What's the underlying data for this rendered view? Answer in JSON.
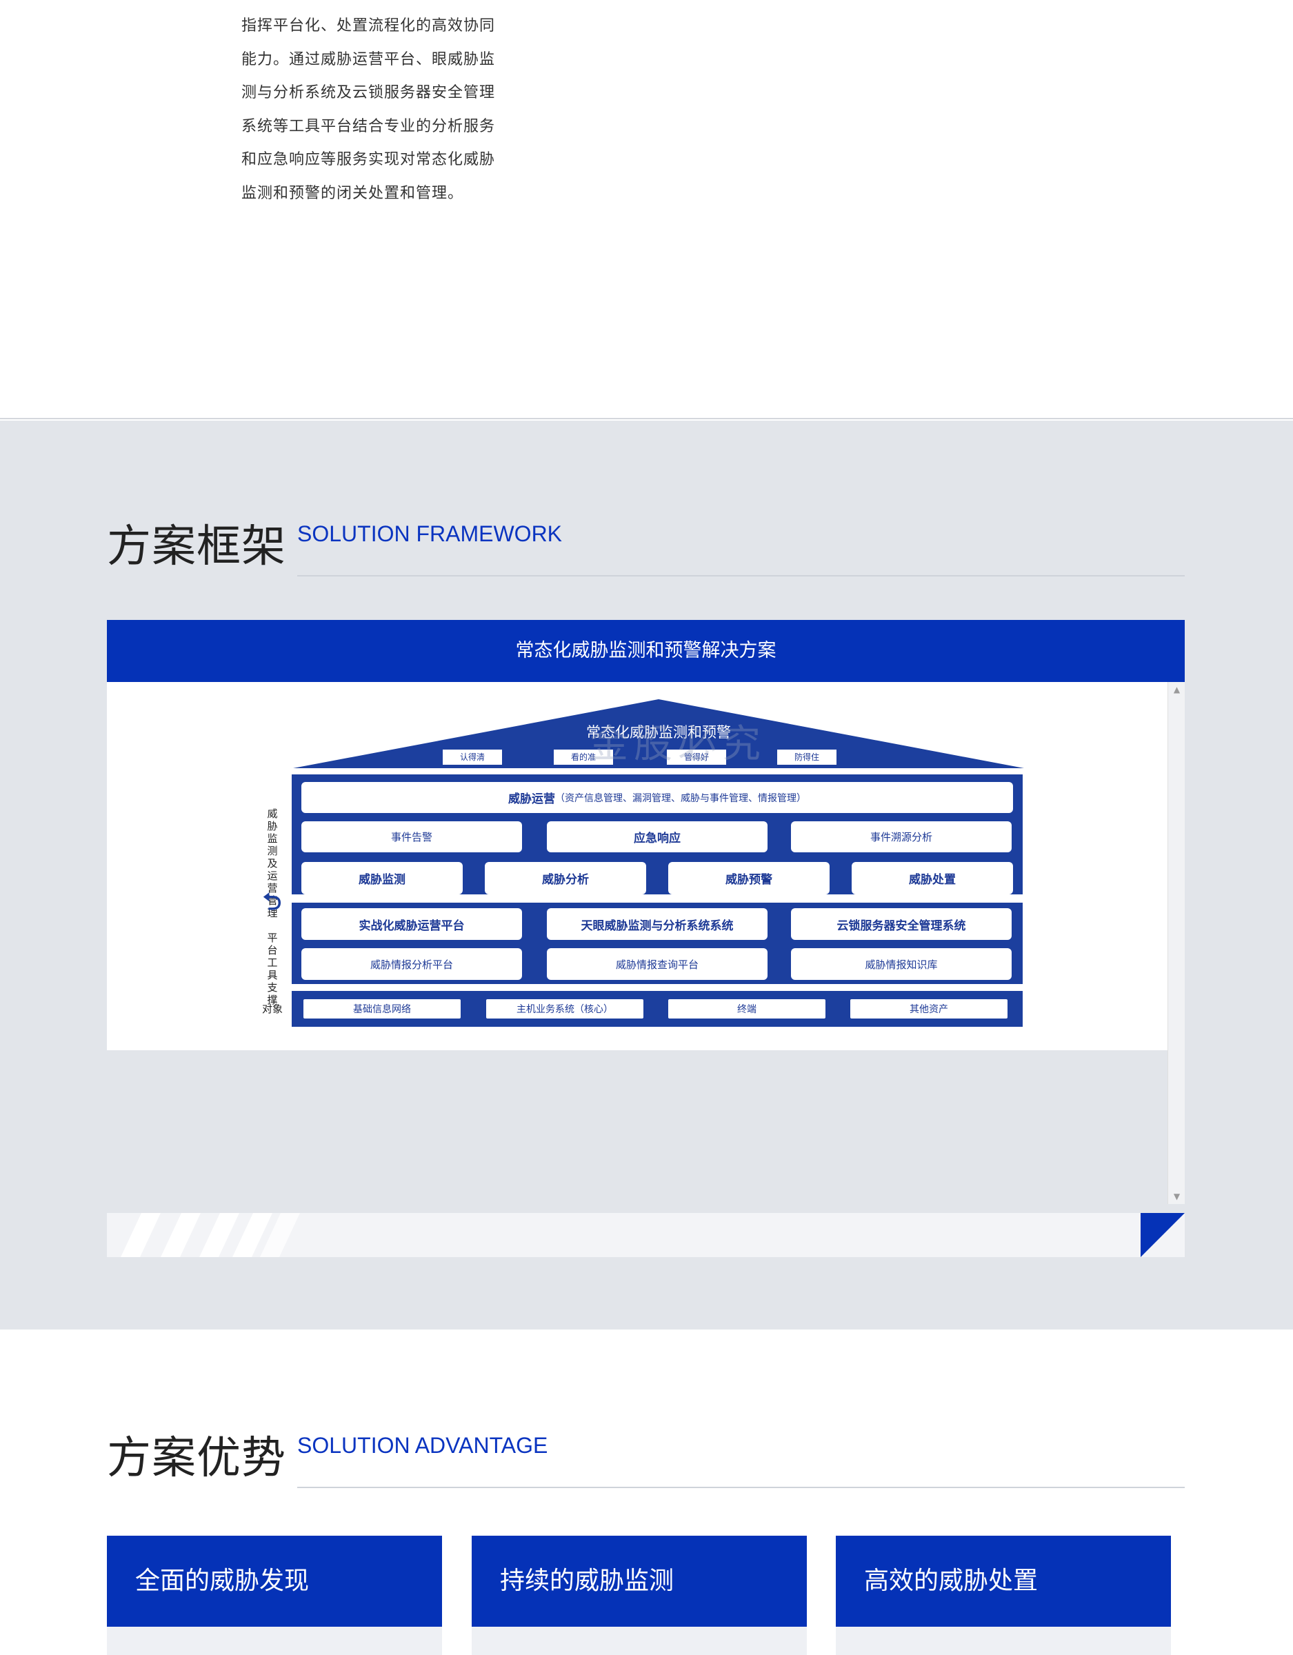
{
  "intro": {
    "lines": [
      "指挥平台化、处置流程化的高效协同",
      "能力。通过威胁运营平台、眼威胁监",
      "测与分析系统及云锁服务器安全管理",
      "系统等工具平台结合专业的分析服务",
      "和应急响应等服务实现对常态化威胁",
      "监测和预警的闭关处置和管理。"
    ]
  },
  "framework": {
    "title_cn": "方案框架",
    "title_en": "SOLUTION FRAMEWORK",
    "bar_title": "常态化威胁监测和预警解决方案",
    "diagram": {
      "roof_title": "常态化威胁监测和预警",
      "roof_tags": [
        "认得清",
        "看的准",
        "管得好",
        "防得住"
      ],
      "watermark": "金股必究",
      "side_labels": {
        "ops": "威胁监测及运营管理",
        "platform": "平台工具支撑",
        "target": "对象"
      },
      "ops_title": "威胁运营",
      "ops_subtitle": "（资产信息管理、漏洞管理、威胁与事件管理、情报管理）",
      "row2": [
        "事件告警",
        "应急响应",
        "事件溯源分析"
      ],
      "row3": [
        "威胁监测",
        "威胁分析",
        "威胁预警",
        "威胁处置"
      ],
      "platform_row1": [
        "实战化威胁运营平台",
        "天眼威胁监测与分析系统系统",
        "云锁服务器安全管理系统"
      ],
      "platform_row2": [
        "威胁情报分析平台",
        "威胁情报查询平台",
        "威胁情报知识库"
      ],
      "targets": [
        "基础信息网络",
        "主机业务系统（核心）",
        "终端",
        "其他资产"
      ]
    }
  },
  "advantage": {
    "title_cn": "方案优势",
    "title_en": "SOLUTION ADVANTAGE",
    "cards": [
      "全面的威胁发现",
      "持续的威胁监测",
      "高效的威胁处置"
    ]
  },
  "colors": {
    "brand_blue": "#0532b7",
    "diagram_blue": "#1c3f9e",
    "section_gray": "#e2e5ea"
  },
  "icons": {
    "scroll_up": "triangle-up-icon",
    "scroll_down": "triangle-down-icon",
    "cycle_arrow": "cycle-arrow-icon"
  }
}
